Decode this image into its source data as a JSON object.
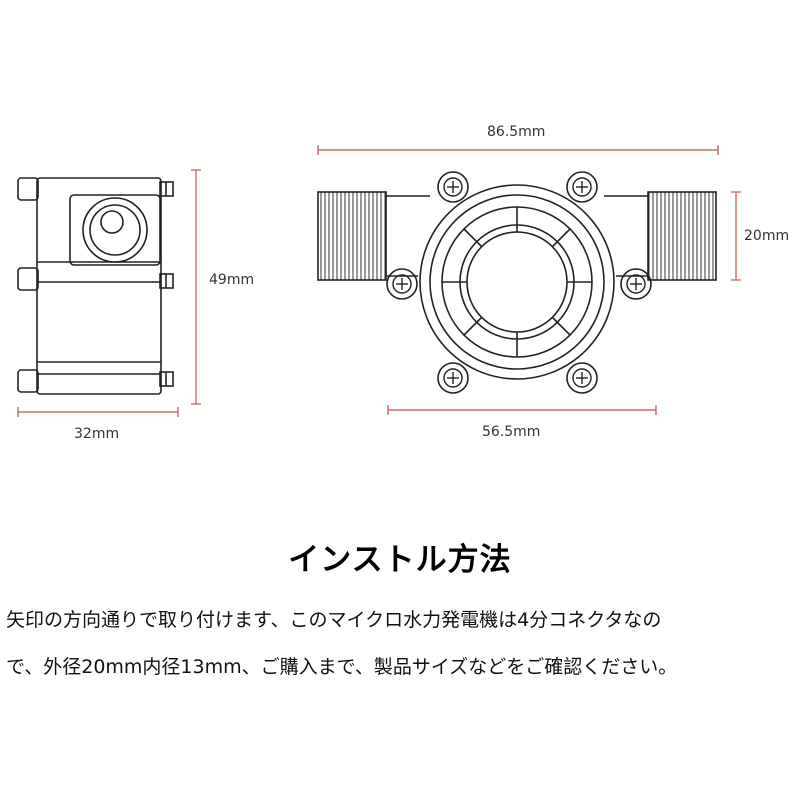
{
  "dimensions": {
    "side_width": "32mm",
    "side_height": "49mm",
    "front_total_width": "86.5mm",
    "front_thread_height": "20mm",
    "front_body_width": "56.5mm"
  },
  "colors": {
    "dimension_line": "#c0504d",
    "outline": "#222222"
  },
  "install": {
    "title": "インストル方法",
    "line1": "矢印の方向通りで取り付けます、このマイクロ水力発電機は4分コネクタなの",
    "line2": "で、外径20mm内径13mm、ご購入まで、製品サイズなどをご確認ください。"
  }
}
